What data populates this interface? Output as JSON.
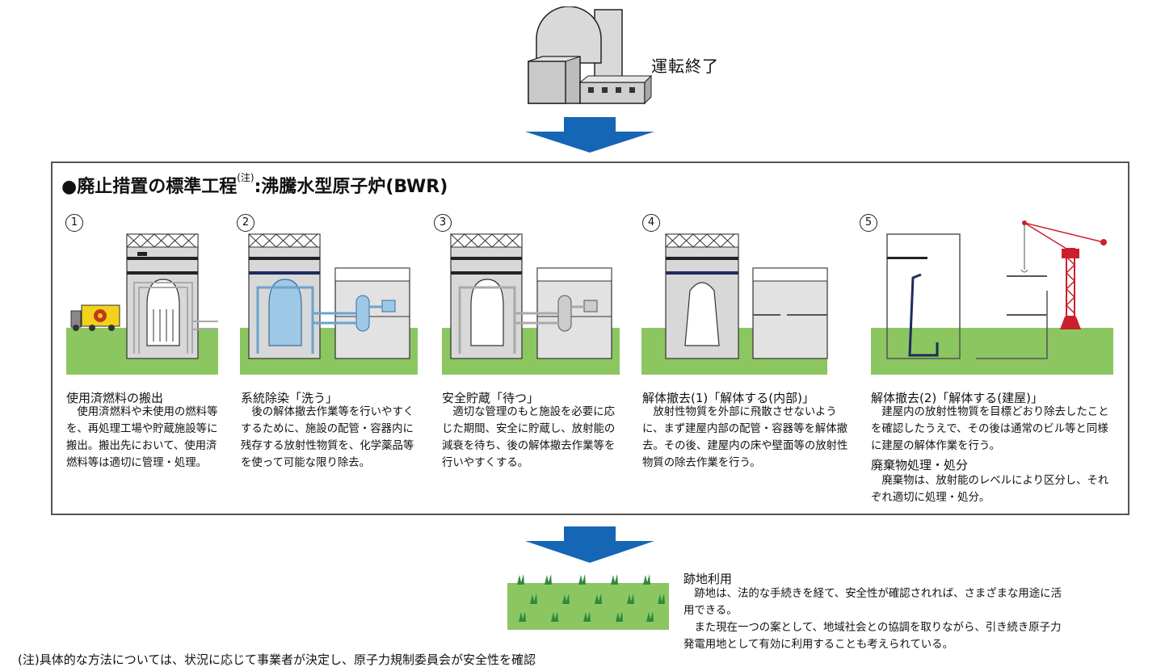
{
  "header": {
    "status_label": "運転終了"
  },
  "panel": {
    "title_main": "●廃止措置の標準工程",
    "title_note_mark": "(注)",
    "title_suffix": ":沸騰水型原子炉(BWR)",
    "steps": [
      {
        "num": "1",
        "title": "使用済燃料の搬出",
        "desc": "使用済燃料や未使用の燃料等を、再処理工場や貯蔵施設等に搬出。搬出先において、使用済燃料等は適切に管理・処理。"
      },
      {
        "num": "2",
        "title": "系統除染「洗う」",
        "desc": "後の解体撤去作業等を行いやすくするために、施設の配管・容器内に残存する放射性物質を、化学薬品等を使って可能な限り除去。"
      },
      {
        "num": "3",
        "title": "安全貯蔵「待つ」",
        "desc": "適切な管理のもと施設を必要に応じた期間、安全に貯蔵し、放射能の減衰を待ち、後の解体撤去作業等を行いやすくする。"
      },
      {
        "num": "4",
        "title": "解体撤去(1)「解体する(内部)」",
        "desc": "放射性物質を外部に飛散させないように、まず建屋内部の配管・容器等を解体撤去。その後、建屋内の床や壁面等の放射性物質の除去作業を行う。"
      },
      {
        "num": "5",
        "title": "解体撤去(2)「解体する(建屋)」",
        "desc": "建屋内の放射性物質を目標どおり除去したことを確認したうえで、その後は通常のビル等と同様に建屋の解体作業を行う。",
        "title2": "廃棄物処理・処分",
        "desc2": "廃棄物は、放射能のレベルにより区分し、それぞれ適切に処理・処分。"
      }
    ]
  },
  "after": {
    "title": "跡地利用",
    "desc1": "跡地は、法的な手続きを経て、安全性が確認されれば、さまざまな用途に活用できる。",
    "desc2": "また現在一つの案として、地域社会との協調を取りながら、引き続き原子力発電用地として有効に利用することも考えられている。"
  },
  "footnote": "(注)具体的な方法については、状況に応じて事業者が決定し、原子力規制委員会が安全性を確認",
  "colors": {
    "arrow": "#1566b4",
    "ground": "#8cc660",
    "water": "#9dc9e6",
    "crane": "#cc1f2d",
    "beam": "#1e2b5c",
    "truck_cargo": "#f2d21a"
  }
}
